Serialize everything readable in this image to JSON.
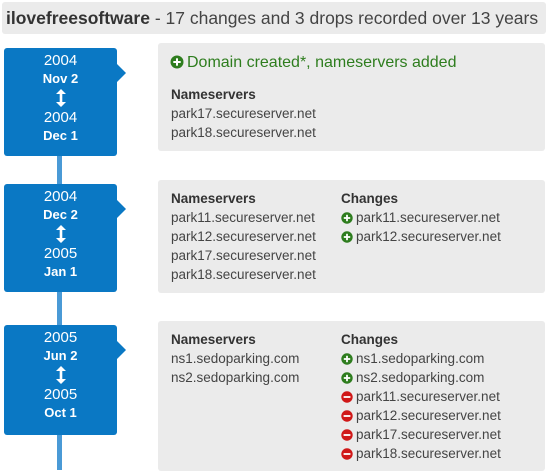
{
  "header": {
    "domain": "ilovefreesoftware",
    "summary": " - 17 changes and 3 drops recorded over 13 years"
  },
  "colors": {
    "date_box": "#0a78c4",
    "add": "#2e7d1e",
    "remove": "#d01818",
    "card": "#ebebeb"
  },
  "entries": [
    {
      "start_year": "2004",
      "start_md": "Nov 2",
      "end_year": "2004",
      "end_md": "Dec 1",
      "event": "Domain created*, nameservers added",
      "nameservers_label": "Nameservers",
      "nameservers": [
        "park17.secureserver.net",
        "park18.secureserver.net"
      ]
    },
    {
      "start_year": "2004",
      "start_md": "Dec 2",
      "end_year": "2005",
      "end_md": "Jan 1",
      "nameservers_label": "Nameservers",
      "nameservers": [
        "park11.secureserver.net",
        "park12.secureserver.net",
        "park17.secureserver.net",
        "park18.secureserver.net"
      ],
      "changes_label": "Changes",
      "changes": [
        {
          "type": "add",
          "text": "park11.secureserver.net"
        },
        {
          "type": "add",
          "text": "park12.secureserver.net"
        }
      ]
    },
    {
      "start_year": "2005",
      "start_md": "Jun 2",
      "end_year": "2005",
      "end_md": "Oct 1",
      "nameservers_label": "Nameservers",
      "nameservers": [
        "ns1.sedoparking.com",
        "ns2.sedoparking.com"
      ],
      "changes_label": "Changes",
      "changes": [
        {
          "type": "add",
          "text": "ns1.sedoparking.com"
        },
        {
          "type": "add",
          "text": "ns2.sedoparking.com"
        },
        {
          "type": "remove",
          "text": "park11.secureserver.net"
        },
        {
          "type": "remove",
          "text": "park12.secureserver.net"
        },
        {
          "type": "remove",
          "text": "park17.secureserver.net"
        },
        {
          "type": "remove",
          "text": "park18.secureserver.net"
        }
      ]
    }
  ]
}
